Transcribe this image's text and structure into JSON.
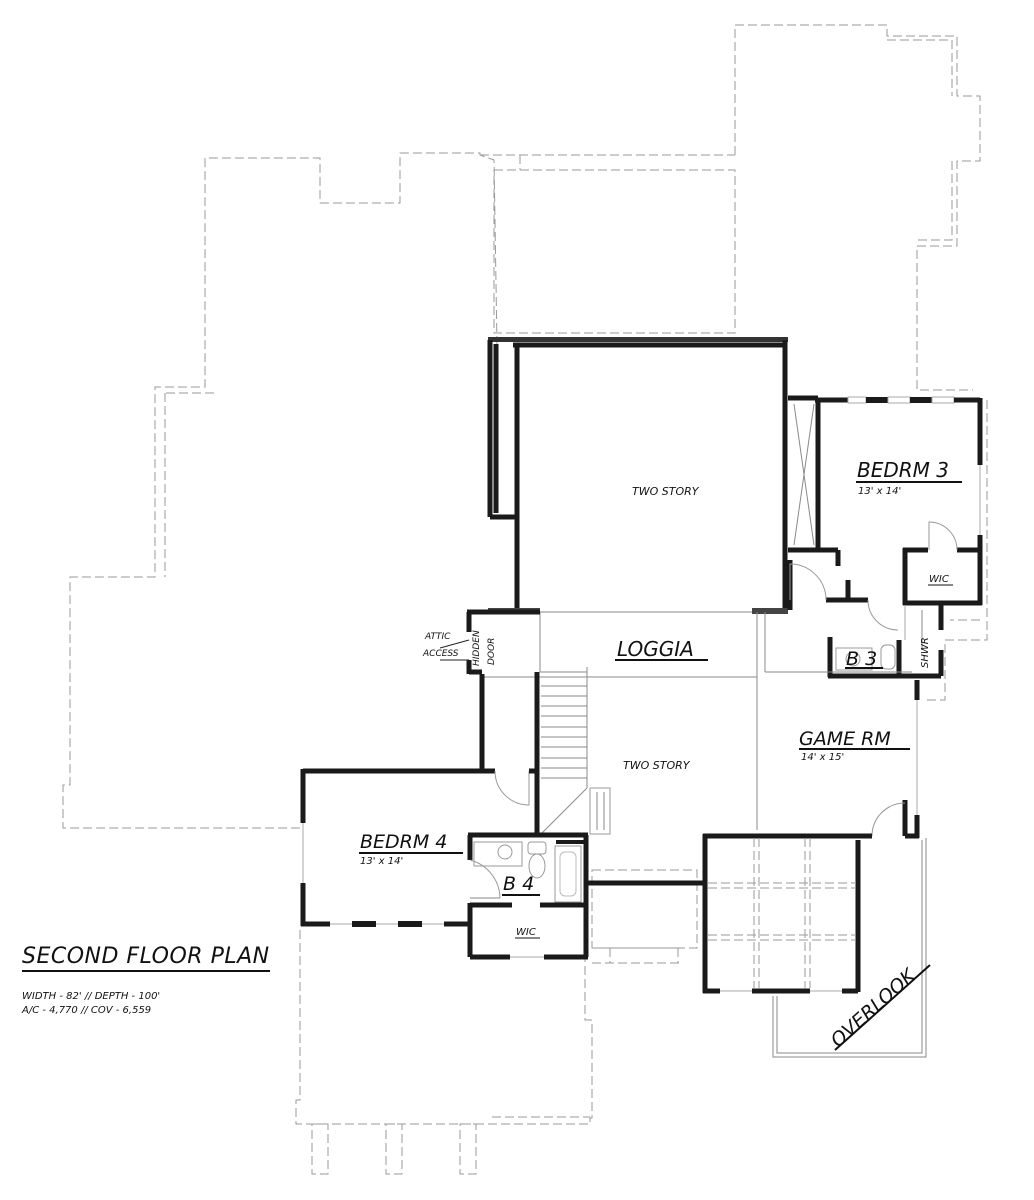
{
  "plan": {
    "title": "SECOND FLOOR PLAN",
    "specs": [
      "WIDTH - 82' // DEPTH - 100'",
      "A/C - 4,770 // COV - 6,559"
    ]
  },
  "rooms": {
    "two_story_upper": {
      "label": "TWO STORY"
    },
    "two_story_lower": {
      "label": "TWO STORY"
    },
    "loggia": {
      "label": "LOGGIA"
    },
    "bedroom3": {
      "label": "BEDRM 3",
      "size": "13' x 14'"
    },
    "wic3": {
      "label": "WIC"
    },
    "bath3": {
      "label": "B 3"
    },
    "shower": {
      "label": "SHWR"
    },
    "game_room": {
      "label": "GAME RM",
      "size": "14' x 15'"
    },
    "bedroom4": {
      "label": "BEDRM 4",
      "size": "13' x 14'"
    },
    "bath4": {
      "label": "B 4"
    },
    "wic4": {
      "label": "WIC"
    },
    "overlook": {
      "label": "OVERLOOK"
    }
  },
  "annotations": {
    "attic": [
      "ATTIC",
      "ACCESS"
    ],
    "hidden_door": [
      "HIDDEN",
      "DOOR"
    ]
  },
  "colors": {
    "wall": "#1a1a1a",
    "dashed_outline": "#9a9a9a",
    "background": "#ffffff"
  }
}
